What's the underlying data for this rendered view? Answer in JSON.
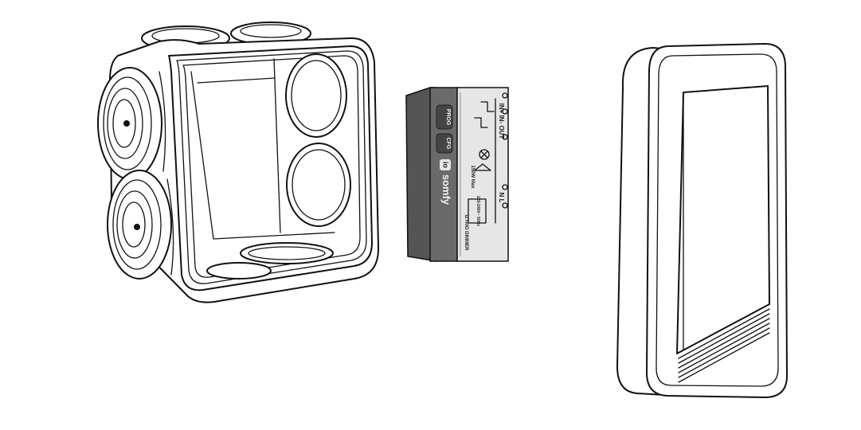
{
  "diagram": {
    "module": {
      "buttons": [
        "PROG",
        "CFG"
      ],
      "brand": "somfy",
      "io_badge": "io",
      "terminal_top": "IN+  IN-   OUT",
      "terminal_bottom": "N        L",
      "load_rating": "150W Max",
      "voltage_rating": "220-240V~ 50Hz",
      "product_name": "IZYMO DIMMER"
    },
    "colors": {
      "line": "#111111",
      "module_body": "#666666",
      "module_label": "#e6e6e6",
      "background": "#ffffff"
    }
  }
}
